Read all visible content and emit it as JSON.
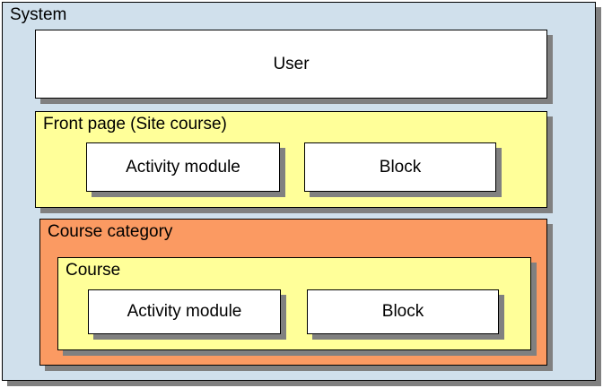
{
  "diagram": {
    "title_visible": false,
    "colors": {
      "system_background": "#d0e0ec",
      "course_category_background": "#fb9a62",
      "course_background": "#ffff99",
      "front_page_background": "#ffff99",
      "leaf_background": "#ffffff",
      "border": "#000000",
      "shadow": "#808080",
      "text": "#000000"
    },
    "system": {
      "label": "System",
      "user": {
        "label": "User"
      },
      "front_page": {
        "label": "Front page (Site course)",
        "activity_module": {
          "label": "Activity module"
        },
        "block": {
          "label": "Block"
        }
      },
      "course_category": {
        "label": "Course category",
        "course": {
          "label": "Course",
          "activity_module": {
            "label": "Activity module"
          },
          "block": {
            "label": "Block"
          }
        }
      }
    }
  }
}
